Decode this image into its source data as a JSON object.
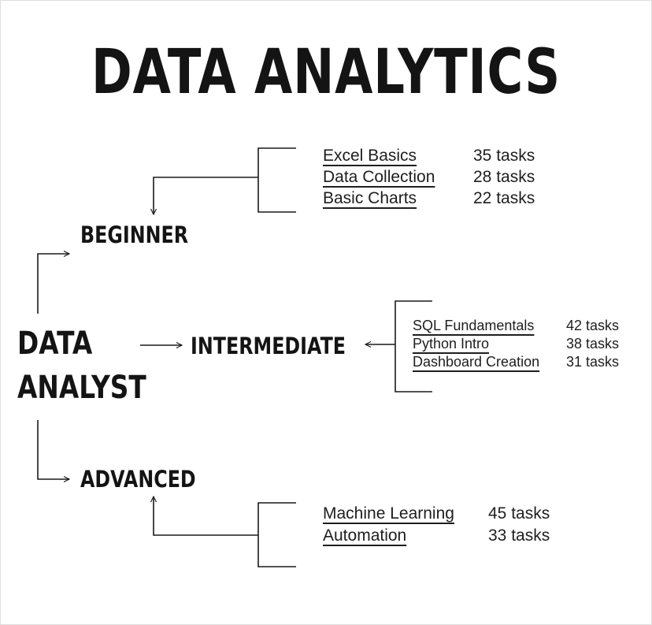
{
  "title": "DATA ANALYTICS",
  "root": {
    "line1": "DATA",
    "line2": "ANALYST"
  },
  "levels": [
    {
      "name": "BEGINNER",
      "topics": [
        {
          "name": "Excel Basics",
          "count": "35 tasks"
        },
        {
          "name": "Data Collection",
          "count": "28 tasks"
        },
        {
          "name": "Basic Charts",
          "count": "22 tasks"
        }
      ]
    },
    {
      "name": "INTERMEDIATE",
      "topics": [
        {
          "name": "SQL Fundamentals",
          "count": "42 tasks"
        },
        {
          "name": "Python Intro",
          "count": "38 tasks"
        },
        {
          "name": "Dashboard Creation",
          "count": "31 tasks"
        }
      ]
    },
    {
      "name": "ADVANCED",
      "topics": [
        {
          "name": "Machine Learning",
          "count": "45 tasks"
        },
        {
          "name": "Automation",
          "count": "33 tasks"
        }
      ]
    }
  ],
  "colors": {
    "ink": "#141414",
    "background": "#ffffff"
  }
}
